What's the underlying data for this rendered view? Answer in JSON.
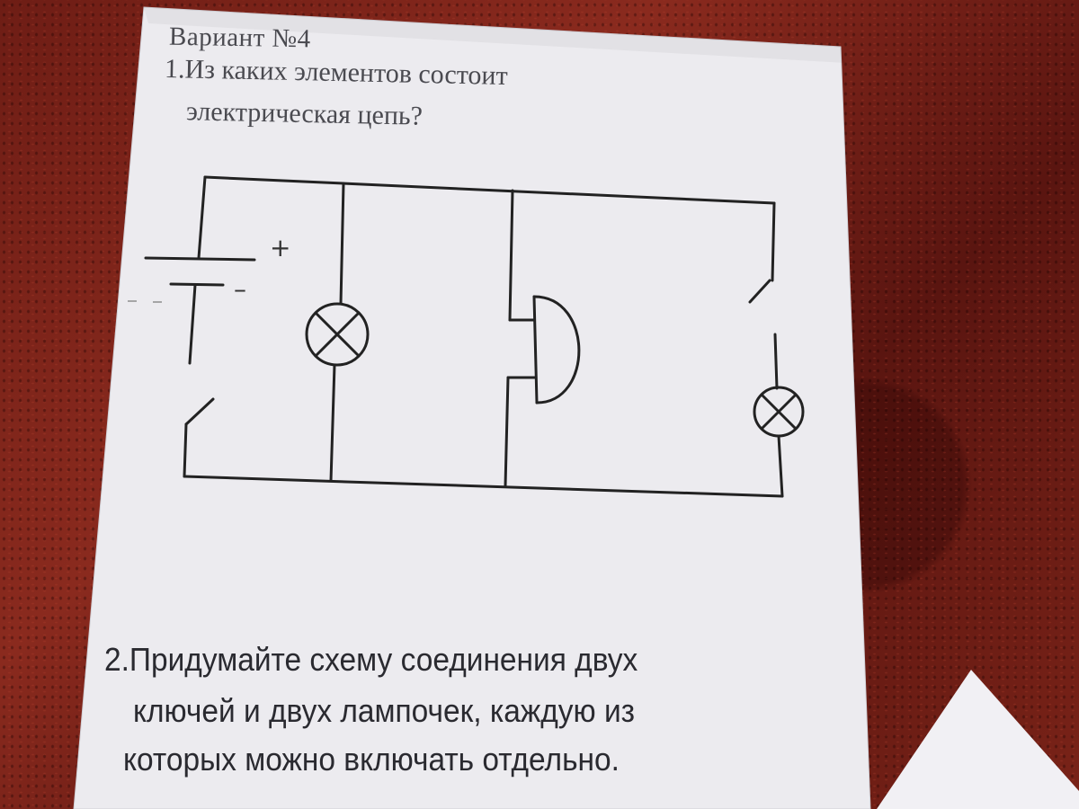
{
  "worksheet": {
    "variant_label": "Вариант №4",
    "question1": {
      "line1": "1.Из каких элементов состоит",
      "line2": "электрическая цепь?"
    },
    "battery_plus": "+",
    "battery_minus": "–",
    "question2": {
      "line1": "2.Придумайте схему соединения двух",
      "line2": "ключей и двух лампочек, каждую из",
      "line3": "которых можно включать отдельно."
    }
  }
}
